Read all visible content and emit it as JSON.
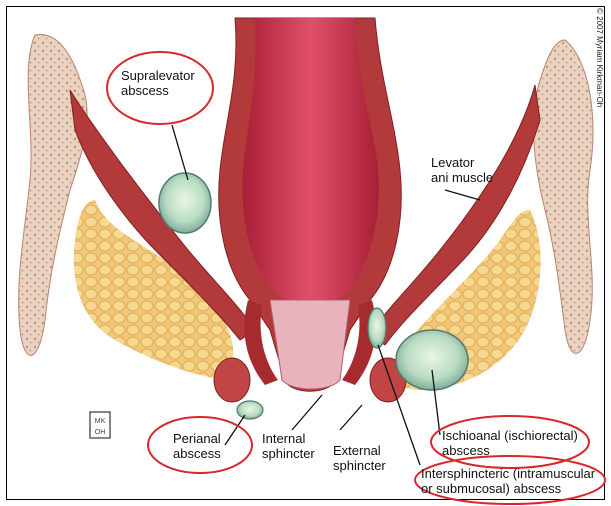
{
  "labels": {
    "supralevator": [
      "Supralevator",
      "abscess"
    ],
    "levator": [
      "Levator",
      "ani muscle"
    ],
    "perianal": [
      "Perianal",
      "abscess"
    ],
    "internal": [
      "Internal",
      "sphincter"
    ],
    "external": [
      "External",
      "sphincter"
    ],
    "ischioanal": [
      "Ischioanal (ischiorectal)",
      "abscess"
    ],
    "intersphincteric": [
      "Intersphincteric (intramuscular",
      "or submucosal) abscess"
    ]
  },
  "copyright": "© 2007 Myriam Kirkman-Oh",
  "artist_monogram": "MK OH",
  "colors": {
    "highlight_ellipse": "#d9272e",
    "rectum": "#c8324a",
    "muscle": "#b23a3a",
    "fat": "#f2c777",
    "bone": "#ead2c0",
    "abscess": "#b9dcc4"
  }
}
